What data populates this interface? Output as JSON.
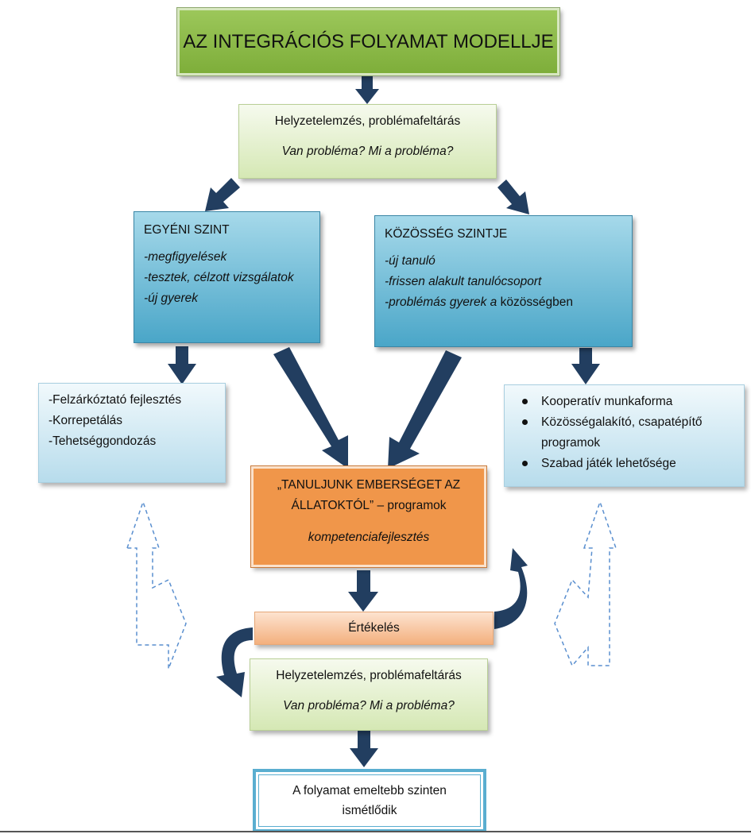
{
  "title": "AZ INTEGRÁCIÓS FOLYAMAT MODELLJE",
  "analysis_top": {
    "line1": "Helyzetelemzés, problémafeltárás",
    "line2": "Van probléma? Mi a probléma?"
  },
  "individual": {
    "heading": "EGYÉNI SZINT",
    "items": [
      "-megfigyelések",
      "-tesztek, célzott vizsgálatok",
      "-új gyerek"
    ]
  },
  "community": {
    "heading": "KÖZÖSSÉG SZINTJE",
    "item1": "-új tanuló",
    "item2": "-frissen alakult tanulócsoport",
    "item3_italic": "-problémás gyerek a",
    "item3_plain": " közösségben"
  },
  "individual_actions": [
    "-Felzárkóztató fejlesztés",
    "-Korrepetálás",
    "-Tehetséggondozás"
  ],
  "community_actions": [
    "Kooperatív munkaforma",
    "Közösségalakító, csapatépítő programok",
    "Szabad játék lehetősége"
  ],
  "program": {
    "line1": "„TANULJUNK EMBERSÉGET AZ",
    "line2": "ÁLLATOKTÓL” – programok",
    "line3": "kompetenciafejlesztés"
  },
  "evaluation": "Értékelés",
  "analysis_bottom": {
    "line1": "Helyzetelemzés, problémafeltárás",
    "line2": "Van probléma? Mi a probléma?"
  },
  "final": {
    "line1": "A folyamat emeltebb szinten",
    "line2": "ismétlődik"
  },
  "colors": {
    "arrow": "#223e60",
    "title_green": "#8cbd4a",
    "blue_box": "#4aa6c8",
    "orange_box": "#f0964a",
    "dashed_arrow": "#5a8fcf"
  }
}
